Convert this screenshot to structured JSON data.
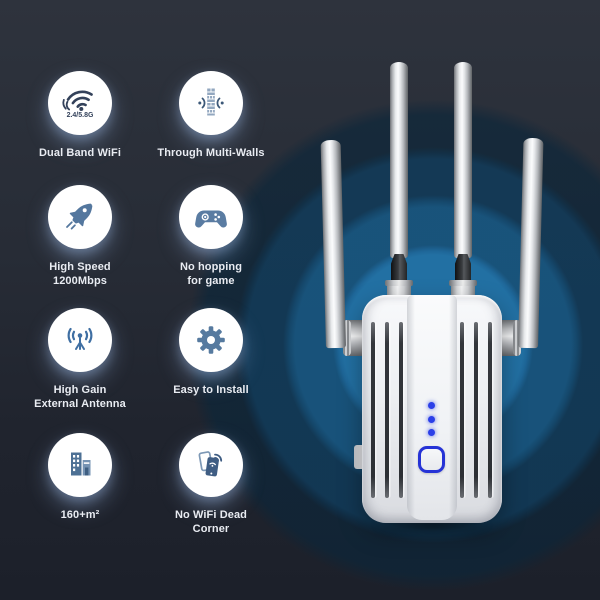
{
  "page": {
    "type": "product-feature-infographic",
    "background_top": "#2e333d",
    "background_bottom": "#1c202a"
  },
  "features": [
    {
      "icon": "dual-band-wifi-icon",
      "badge": "2.4/5.8G",
      "label1": "Dual Band WiFi",
      "label2": ""
    },
    {
      "icon": "through-walls-icon",
      "label1": "Through Multi-Walls",
      "label2": ""
    },
    {
      "icon": "rocket-icon",
      "label1": "High Speed",
      "label2": "1200Mbps"
    },
    {
      "icon": "gamepad-icon",
      "label1": "No hopping",
      "label2": "for game"
    },
    {
      "icon": "antenna-icon",
      "label1": "High Gain",
      "label2": "External Antenna"
    },
    {
      "icon": "gear-icon",
      "label1": "Easy to Install",
      "label2": ""
    },
    {
      "icon": "building-icon",
      "label1": "160+m²",
      "label2": ""
    },
    {
      "icon": "phones-icon",
      "label1": "No WiFi Dead",
      "label2": "Corner"
    }
  ],
  "device": {
    "name": "wifi-range-extender",
    "antenna_count": 4,
    "led_count": 3,
    "wps_button": true,
    "colors": {
      "signal_ring_blue": "#2274a9",
      "led_blue": "#2b3fe8",
      "wps_border_blue": "#2633d6",
      "body_white": "#eef0f3",
      "antenna_silver": "#c7c9cc"
    }
  },
  "icon_colors": {
    "steel_blue": "#54779e",
    "dark_navy": "#33415a",
    "wall_blue": "#92a7bf",
    "antenna_blue": "#3f6fa3"
  }
}
